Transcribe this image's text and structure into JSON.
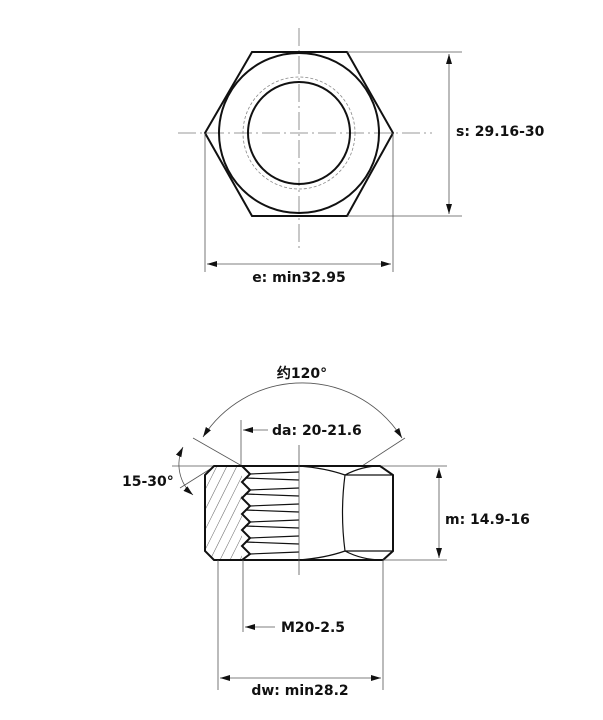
{
  "top_view": {
    "s_label": "s: 29.16-30",
    "e_label": "e: min32.95"
  },
  "side_view": {
    "angle_label": "约120°",
    "da_label": "da: 20-21.6",
    "chamfer_label": "15-30°",
    "m_label": "m: 14.9-16",
    "thread_label": "M20-2.5",
    "dw_label": "dw: min28.2"
  }
}
